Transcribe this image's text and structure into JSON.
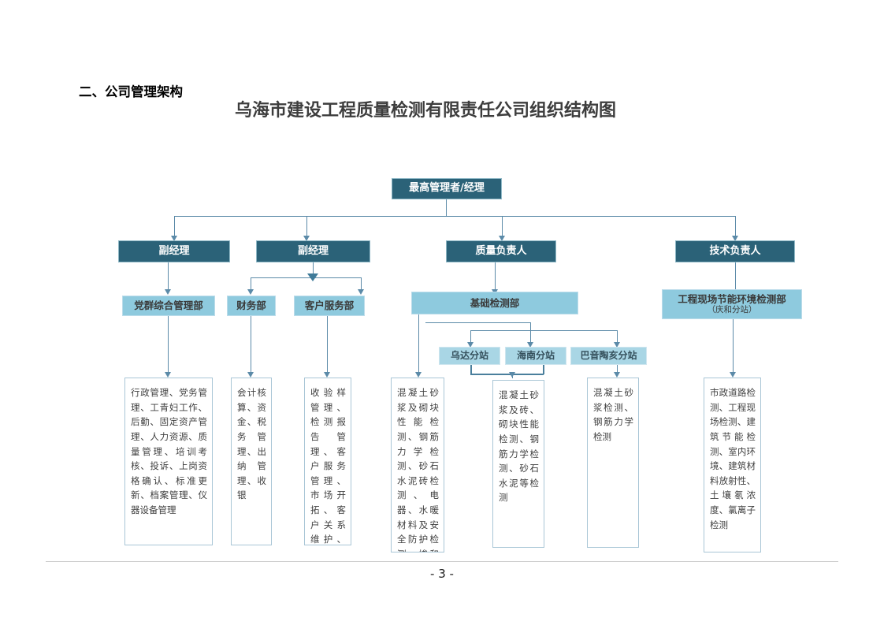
{
  "document": {
    "section_heading": "二、公司管理架构",
    "chart_title": "乌海市建设工程质量检测有限责任公司组织结构图",
    "page_number": "- 3 -"
  },
  "colors": {
    "node_dark": "#2b6278",
    "node_light": "#8ecade",
    "node_light_small": "#a9d6e5",
    "connector": "#5b8aa8",
    "leaf_border": "#a9c6d6",
    "text_dark": "#3f3f3f"
  },
  "chart_data": {
    "type": "diagram",
    "title": "乌海市建设工程质量检测有限责任公司组织结构图",
    "levels": {
      "level1": [
        {
          "id": "top",
          "label": "最高管理者/经理",
          "style": "dark"
        }
      ],
      "level2": [
        {
          "id": "deputy1",
          "label": "副经理",
          "style": "dark",
          "parent": "top"
        },
        {
          "id": "deputy2",
          "label": "副经理",
          "style": "dark",
          "parent": "top"
        },
        {
          "id": "quality",
          "label": "质量负责人",
          "style": "dark",
          "parent": "top"
        },
        {
          "id": "technical",
          "label": "技术负责人",
          "style": "dark",
          "parent": "top"
        }
      ],
      "level3": [
        {
          "id": "party",
          "label": "党群综合管理部",
          "style": "light",
          "parent": "deputy1"
        },
        {
          "id": "finance",
          "label": "财务部",
          "style": "light",
          "parent": "deputy2"
        },
        {
          "id": "customer",
          "label": "客户服务部",
          "style": "light",
          "parent": "deputy2"
        },
        {
          "id": "basic",
          "label": "基础检测部",
          "style": "light",
          "parent": "quality"
        },
        {
          "id": "onsite",
          "label": "工程现场节能环境检测部",
          "sublabel": "（庆和分站）",
          "style": "light",
          "parent": "technical"
        }
      ],
      "level4": [
        {
          "id": "wuda",
          "label": "乌达分站",
          "style": "light-small",
          "parent": "basic"
        },
        {
          "id": "hainan",
          "label": "海南分站",
          "style": "light-small",
          "parent": "basic"
        },
        {
          "id": "bayintaohai",
          "label": "巴音陶亥分站",
          "style": "light-small",
          "parent": "basic"
        }
      ],
      "level5": [
        {
          "id": "duties-party",
          "parent": "party",
          "text": "行政管理、党务管理、工青妇工作、后勤、固定资产管理、人力资源、质量管理、培训考核、投诉、上岗资格确认、标准更新、档案管理、仪器设备管理"
        },
        {
          "id": "duties-finance",
          "parent": "finance",
          "text": "会计核算、资金、税务管理、出纳管理、收银"
        },
        {
          "id": "duties-customer",
          "parent": "customer",
          "text": "收验样管理、检测报告管理、客户服务管理、市场开拓、客户关系维护、市场投标管理"
        },
        {
          "id": "duties-basic",
          "parent": "basic",
          "text": "混凝土砂浆及砌块性能检测、钢筋力学检测、砂石水泥砖检测、电器、水暖材料及安全防护检测、掺和料检测"
        },
        {
          "id": "duties-wuda",
          "parent": "wuda",
          "text": "混凝土砂浆及砖、砌块性能检测、钢筋力学检测、砂石水泥等检测"
        },
        {
          "id": "duties-hainan",
          "parent": "hainan",
          "text": "混凝土砂浆检测、钢筋力学检测"
        },
        {
          "id": "duties-onsite",
          "parent": "onsite",
          "text": "市政道路检测、工程现场检测、建筑节能检测、室内环境、建筑材料放射性、土壤氡浓度、氯离子检测"
        }
      ]
    }
  }
}
